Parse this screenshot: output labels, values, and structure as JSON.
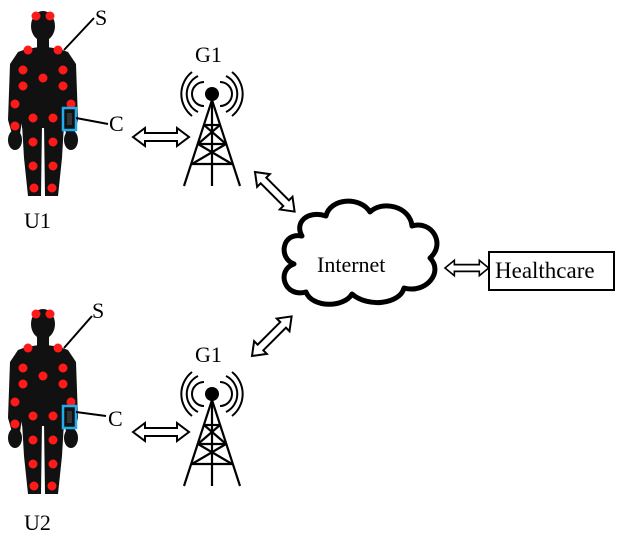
{
  "users": [
    {
      "label": "U1",
      "sensor_label": "S",
      "controller_label": "C"
    },
    {
      "label": "U2",
      "sensor_label": "S",
      "controller_label": "C"
    }
  ],
  "gateways": [
    {
      "label": "G1"
    },
    {
      "label": "G1"
    }
  ],
  "cloud": {
    "label": "Internet"
  },
  "healthcare": {
    "label": "Healthcare"
  },
  "colors": {
    "body": "#111111",
    "sensor": "#ff1a1a",
    "controller_outline": "#22aaee",
    "stroke": "#000000"
  }
}
